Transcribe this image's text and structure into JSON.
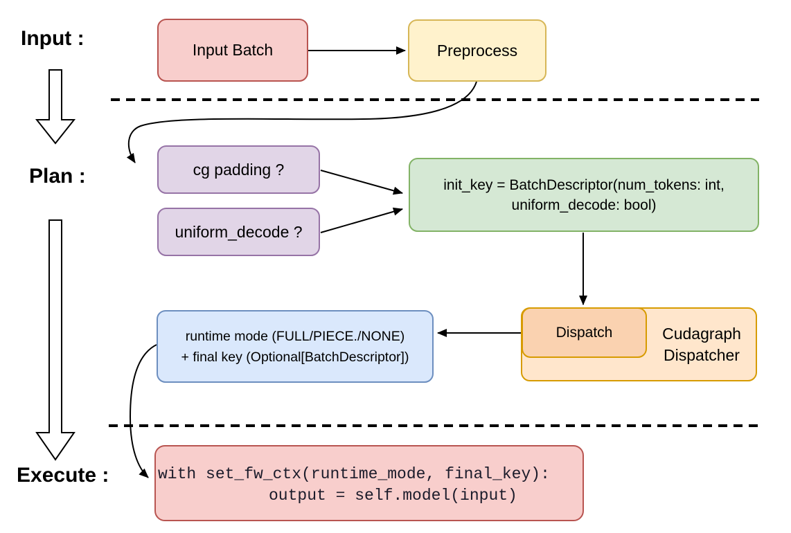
{
  "labels": {
    "input": "Input :",
    "plan": "Plan :",
    "execute": "Execute :"
  },
  "nodes": {
    "input_batch": {
      "label": "Input Batch",
      "fill": "#f8cecc",
      "stroke": "#b85450"
    },
    "preprocess": {
      "label": "Preprocess",
      "fill": "#fff2cc",
      "stroke": "#d6b656"
    },
    "cg_padding": {
      "label": "cg padding ?",
      "fill": "#e1d5e7",
      "stroke": "#9673a6"
    },
    "uniform_decode": {
      "label": "uniform_decode ?",
      "fill": "#e1d5e7",
      "stroke": "#9673a6"
    },
    "init_key": {
      "line1": "init_key = BatchDescriptor(num_tokens: int,",
      "line2": "uniform_decode: bool)",
      "fill": "#d5e8d4",
      "stroke": "#82b366"
    },
    "runtime_mode": {
      "line1": "runtime mode (FULL/PIECE./NONE)",
      "line2": "+ final key (Optional[BatchDescriptor])",
      "fill": "#dae8fc",
      "stroke": "#6c8ebf"
    },
    "dispatch": {
      "label": "Dispatch",
      "fill": "#fad2b0",
      "stroke": "#d79b00"
    },
    "cudagraph_dispatcher": {
      "line1": "Cudagraph",
      "line2": "Dispatcher",
      "fill": "#ffe6cc",
      "stroke": "#d79b00"
    },
    "execute_code": {
      "line1": "with set_fw_ctx(runtime_mode, final_key):",
      "line2": "output = self.model(input)",
      "fill": "#f8cecc",
      "stroke": "#b85450"
    }
  },
  "edges": [
    {
      "from": "input_batch",
      "to": "preprocess"
    },
    {
      "from": "preprocess",
      "to": "cg_padding"
    },
    {
      "from": "cg_padding",
      "to": "init_key"
    },
    {
      "from": "uniform_decode",
      "to": "init_key"
    },
    {
      "from": "init_key",
      "to": "dispatch"
    },
    {
      "from": "dispatch",
      "to": "runtime_mode"
    },
    {
      "from": "runtime_mode",
      "to": "execute_code"
    },
    {
      "from": "stage_input",
      "to": "stage_plan"
    },
    {
      "from": "stage_plan",
      "to": "stage_execute"
    }
  ],
  "line_color": "#000000"
}
